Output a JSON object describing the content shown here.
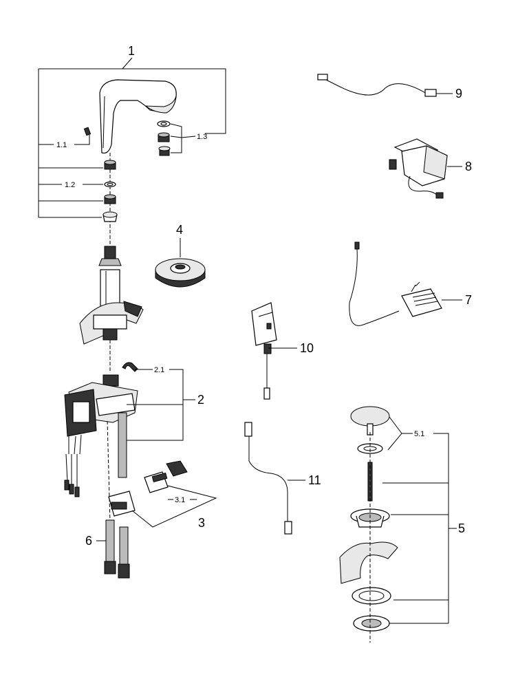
{
  "callouts": {
    "c1": "1",
    "c1_1": "1.1",
    "c1_2": "1.2",
    "c1_3": "1.3",
    "c2": "2",
    "c2_1": "2.1",
    "c3": "3",
    "c3_1": "3.1",
    "c4": "4",
    "c5": "5",
    "c5_1": "5.1",
    "c6": "6",
    "c7": "7",
    "c8": "8",
    "c9": "9",
    "c10": "10",
    "c11": "11"
  }
}
